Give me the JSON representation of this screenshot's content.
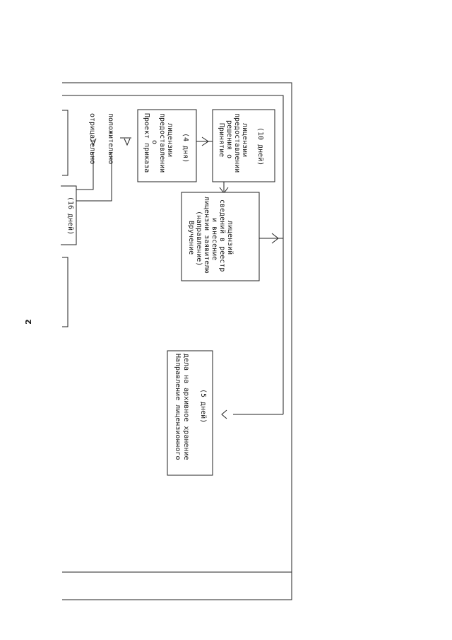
{
  "page_number": "2",
  "boxes": {
    "draft_order": {
      "lines": [
        "Проект приказа",
        "о",
        "предоставлении",
        "лицензии"
      ],
      "duration": "(4 дня)"
    },
    "decision": {
      "lines": [
        "Принятие",
        "решения о",
        "предоставлении",
        "лицензии"
      ],
      "duration": "(10 дней)"
    },
    "delivery": {
      "lines": [
        "Вручение",
        "(направление)",
        "лицензии заявителю",
        "и внесение",
        "сведений в реестр",
        "лицензий"
      ]
    },
    "archive": {
      "lines": [
        "Направление лицензионного",
        "дела на архивное хранение"
      ],
      "duration": "(5 дней)"
    },
    "partial_check": {
      "duration": "(16 дней)"
    }
  },
  "branches": {
    "negative": "отрицательно",
    "positive": "положительно"
  }
}
